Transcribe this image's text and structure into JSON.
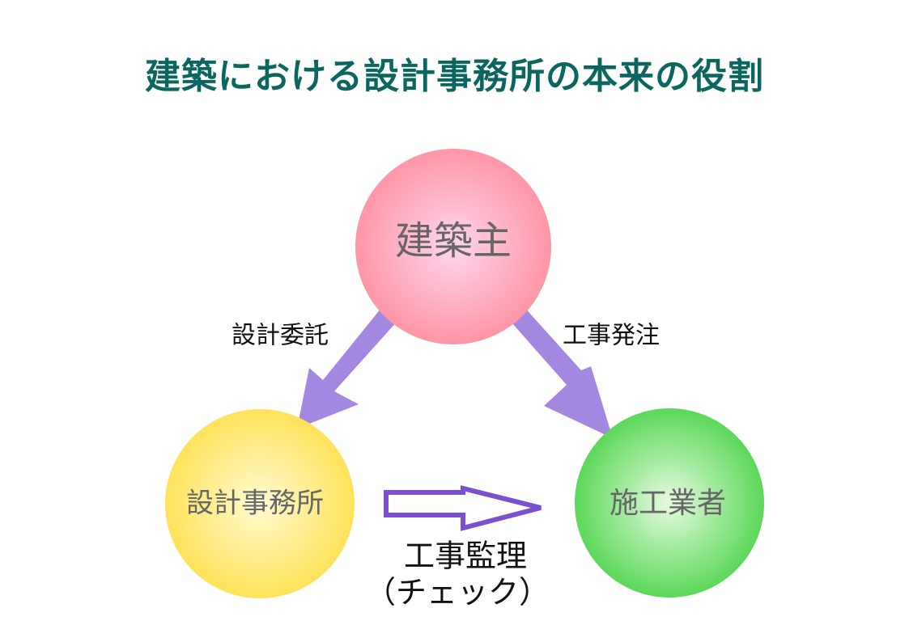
{
  "title": "建築における設計事務所の本来の役割",
  "colors": {
    "title": "#0b6660",
    "arrow_fill": "#a487e0",
    "hollow_arrow_stroke": "#7a4fd0",
    "node_text": "#666666",
    "edge_text": "#111111"
  },
  "nodes": {
    "client": {
      "label": "建築主",
      "color_center": "#ffd6ef",
      "color_edge": "#ff96a6"
    },
    "design_office": {
      "label": "設計事務所",
      "color_center": "#fffbd2",
      "color_edge": "#ffe25a"
    },
    "contractor": {
      "label": "施工業者",
      "color_center": "#e6fbe0",
      "color_edge": "#5cd85a"
    }
  },
  "edges": {
    "design_commission": {
      "label": "設計委託",
      "from": "client",
      "to": "design_office"
    },
    "construction_order": {
      "label": "工事発注",
      "from": "client",
      "to": "contractor"
    },
    "supervision": {
      "label_line1": "工事監理",
      "label_line2": "（チェック）",
      "from": "design_office",
      "to": "contractor"
    }
  }
}
